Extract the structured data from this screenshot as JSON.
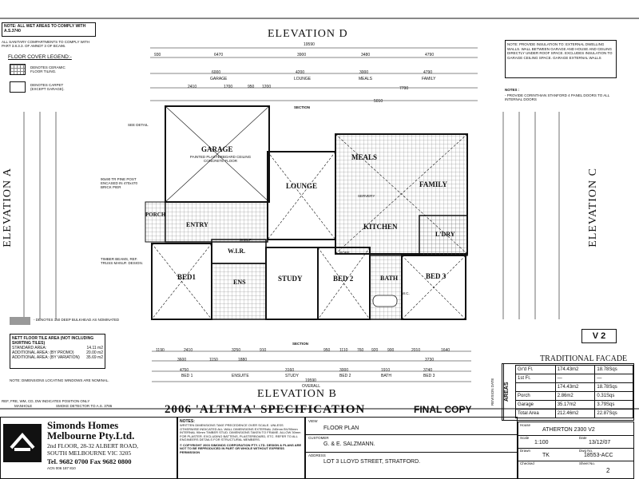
{
  "notes": {
    "wet_areas": "NOTE: ALL WET AREAS TO COMPLY WITH A.S.3740",
    "sanitary": "ALL SANITARY COMPARTMENTS TO COMPLY WITH PART 3.8.3.3. OF AMNDT 3 OF BCA96.",
    "insulation": "NOTE: PROVIDE INSULATION TO: EXTERNAL DWELLING WALLS. WALL BETWEEN GARAGE AND HOUSE AND CEILING DIRECTLY UNDER ROOF SPACE. EXCLUDES INSULATION TO GARAGE CEILING SPACE. GARAGE EXTERNAL WALLS",
    "doors_title": "NOTES :",
    "doors": "- PROVIDE CORINTHIAN STANFORD 4 PANEL DOORS TO ALL INTERNAL DOORS",
    "bulkhead": "- DENOTES 150 DEEP BULKHEAD AS NOMINATED",
    "dimensions": "NOTE: DIMENSIONS LOCATING WINDOWS ARE NOMINAL.",
    "abbrev": "REF, FRE, WM, CD, DW INDICATES POSITION ONLY",
    "manhole": "MANHOLE",
    "smoke": "SMOKE DETECTOR TO A.S. 3786"
  },
  "legend": {
    "title": "FLOOR COVER LEGEND:-",
    "items": [
      {
        "label": "DENOTES CERAMIC FLOOR TILING."
      },
      {
        "label": "DENOTES CARPET (EXCEPT GARAGE)."
      }
    ]
  },
  "elevations": {
    "top": "ELEVATION D",
    "bottom": "ELEVATION B",
    "left": "ELEVATION A",
    "right": "ELEVATION C"
  },
  "rooms": {
    "garage": "GARAGE",
    "garage_note": "PAINTED PLASTERBOARD CEILING CONCRETE FLOOR",
    "lounge": "LOUNGE",
    "meals": "MEALS",
    "family": "FAMILY",
    "porch": "PORCH",
    "entry": "ENTRY",
    "kitchen": "KITCHEN",
    "ldry": "L'DRY",
    "wir": "W.I.R.",
    "bed1": "BED1",
    "ens": "ENS",
    "study": "STUDY",
    "bed2": "BED 2",
    "bath": "BATH",
    "bed3": "BED 3",
    "wc": "W.C.",
    "robe": "ROBE",
    "shelf": "SHELF",
    "servery": "SERVERY",
    "section": "SECTION",
    "see_detail": "SEE DETAIL",
    "pine_post": "90x90 TR PINE POST ENCASED IN 470x470 BRICK PIER",
    "timber_beams": "TIMBER BEAMS, REF. TRUSS MANUF. DESIGN."
  },
  "top_dims": {
    "overall": "19590",
    "row1": [
      "930",
      "6470",
      "3900",
      "3480",
      "4790"
    ],
    "row2": [
      "6000",
      "4200",
      "3000",
      "4790"
    ],
    "row2_labels": [
      "GARAGE",
      "LOUNGE",
      "MEALS",
      "FAMILY"
    ],
    "row3": [
      "2410",
      "1700",
      "950",
      "1200"
    ],
    "row4": [
      "7790",
      "5010"
    ]
  },
  "bottom_dims": {
    "row1": [
      "1190",
      "2410",
      "3250",
      "910",
      "950",
      "1110",
      "760",
      "920",
      "900",
      "2010",
      "1640"
    ],
    "row2": [
      "3600",
      "1150",
      "1880",
      "3730"
    ],
    "row3": [
      "4750",
      "3160",
      "3000",
      "1910",
      "3740"
    ],
    "row3_labels": [
      "BED 1",
      "ENSUITE",
      "STUDY",
      "BED 2",
      "BATH",
      "BED 3"
    ],
    "overall": "19590",
    "overall_label": "OVERALL"
  },
  "flor_area": {
    "title": "NETT FLOOR TILE AREA (NOT INCLUDING SKIRTING TILES)",
    "rows": [
      {
        "label": "STANDARD AREA:",
        "value": "14.11 m2"
      },
      {
        "label": "ADDITIONAL AREA: (BY PROMO)",
        "value": "20.00 m2"
      },
      {
        "label": "ADDITIONAL AREA: (BY VARIATION)",
        "value": "35.69 m2"
      }
    ]
  },
  "facade": {
    "version": "V 2",
    "title": "TRADITIONAL FACADE"
  },
  "areas": {
    "label": "AREAS",
    "rows": [
      {
        "name": "Gr'd Fl.",
        "m2": "174.43m2",
        "sq": "18.78Sqs"
      },
      {
        "name": "1st Fl.",
        "m2": "—",
        "sq": "—"
      },
      {
        "name": "",
        "m2": "174.43m2",
        "sq": "18.78Sqs"
      },
      {
        "name": "Porch",
        "m2": "2.86m2",
        "sq": "0.31Sqs"
      },
      {
        "name": "Garage",
        "m2": "35.17m2",
        "sq": "3.79Sqs"
      },
      {
        "name": "Total Area",
        "m2": "212.46m2",
        "sq": "22.87Sqs"
      }
    ]
  },
  "revision_label": "REVISION DATE",
  "title_block": {
    "copyright": "© COPYRIGHT 2003 SIMONDS CORPORATION PTY. LTD. DESIGN & PLANS ARE NOT TO BE REPRODUCED IN PART OR WHOLE WITHOUT EXPRESS PERMISSION",
    "spec": "2006 'ALTIMA' SPECIFICATION",
    "final": "FINAL COPY",
    "company_line1": "Simonds Homes",
    "company_line2": "Melbourne Pty.Ltd.",
    "company_addr1": "2nd FLOOR, 28-32 ALBERT ROAD,",
    "company_addr2": "SOUTH MELBOURNE VIC 3205",
    "company_phone": "Tel. 9682 0700 Fax 9682 0800",
    "company_acn": "ACN 006 187 810",
    "notes_label": "NOTES:",
    "notes_text": "WRITTEN DIMENSIONS TAKE PRECEDENCE OVER SCALE. UNLESS OTHERWISE INDICATED ALL WALL DIMENSIONS EXTERNAL 240mm BV/90mm INTERNAL 90mm TIMBER STUD. DIMENSIONS TAKEN TO FRAME. ALLOW 30mm FOR PLASTER. EXCLUDING BATTENS, PLASTERBOARD, ETC. REFER TO ALL ENGINEERS DETAILS FOR STRUCTURAL MEMBERS.",
    "view_label": "VIEW",
    "view_value": "FLOOR PLAN",
    "customer_label": "CUSTOMER",
    "customer_value": "G. & E. SALZMANN.",
    "address_label": "ADDRESS",
    "address_value": "LOT 3 LLOYD STREET, STRATFORD.",
    "house_label": "House",
    "house_value": "ATHERTON 2300  V2",
    "scale_label": "Scale",
    "scale_value": "1:100",
    "date_label": "Date",
    "date_value": "13/12/07",
    "drawn_label": "Drawn",
    "drawn_value": "TK",
    "dwg_label": "Dwg No.",
    "dwg_value": "18553-ACC",
    "checked_label": "Checked",
    "sheet_label": "Sheet No.",
    "sheet_value": "2"
  }
}
